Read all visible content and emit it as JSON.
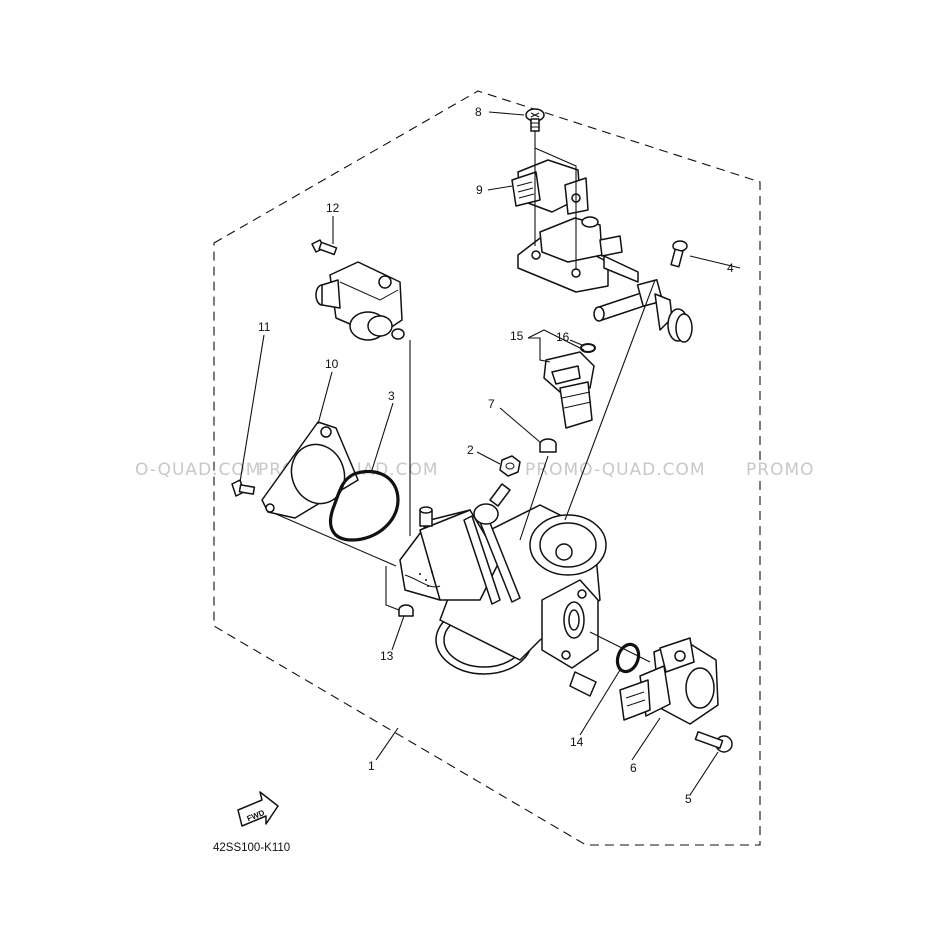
{
  "diagram": {
    "code": "42SS100-K110",
    "fwd_label": "FWD",
    "watermark": [
      "O-QUAD.COM",
      "PROMO-QUAD.COM",
      "PROMO-QUAD.COM",
      "PROMO"
    ],
    "callouts": [
      "1",
      "2",
      "3",
      "4",
      "5",
      "6",
      "7",
      "8",
      "9",
      "10",
      "11",
      "12",
      "13",
      "14",
      "15",
      "16"
    ]
  }
}
